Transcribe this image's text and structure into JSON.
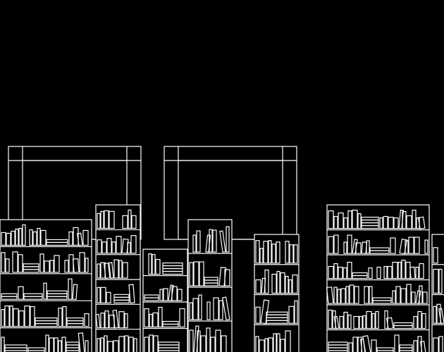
{
  "scene": {
    "background": "#000000",
    "stroke": "#ffffff",
    "frames": [
      "window-frame-left",
      "window-frame-right"
    ],
    "shelves": [
      "bookshelf-1",
      "bookshelf-2",
      "bookshelf-3",
      "bookshelf-4",
      "bookshelf-5",
      "bookshelf-6",
      "bookshelf-7"
    ]
  }
}
